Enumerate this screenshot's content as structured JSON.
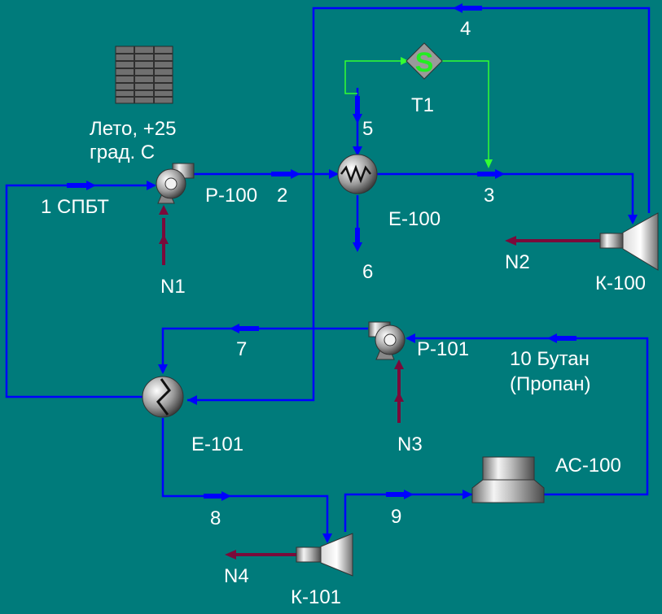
{
  "spreadsheet": {
    "label_line1": "Лето, +25",
    "label_line2": "град. С"
  },
  "equipment": {
    "p100": "Р-100",
    "p101": "Р-101",
    "e100": "Е-100",
    "e101": "Е-101",
    "k100": "К-100",
    "k101": "К-101",
    "ac100": "АС-100",
    "t1": "T1",
    "t1_symbol": "S"
  },
  "streams": {
    "s1": "1 СПБТ",
    "s2": "2",
    "s3": "3",
    "s4": "4",
    "s5": "5",
    "s6": "6",
    "s7": "7",
    "s8": "8",
    "s9": "9",
    "s10_line1": "10 Бутан",
    "s10_line2": "(Пропан)"
  },
  "energy_streams": {
    "n1": "N1",
    "n2": "N2",
    "n3": "N3",
    "n4": "N4"
  },
  "colors": {
    "background": "#007B7B",
    "material_stream": "#0000FF",
    "energy_stream": "#7A0A3A",
    "signal_line": "#33FF33",
    "label": "#FFFFFF"
  }
}
